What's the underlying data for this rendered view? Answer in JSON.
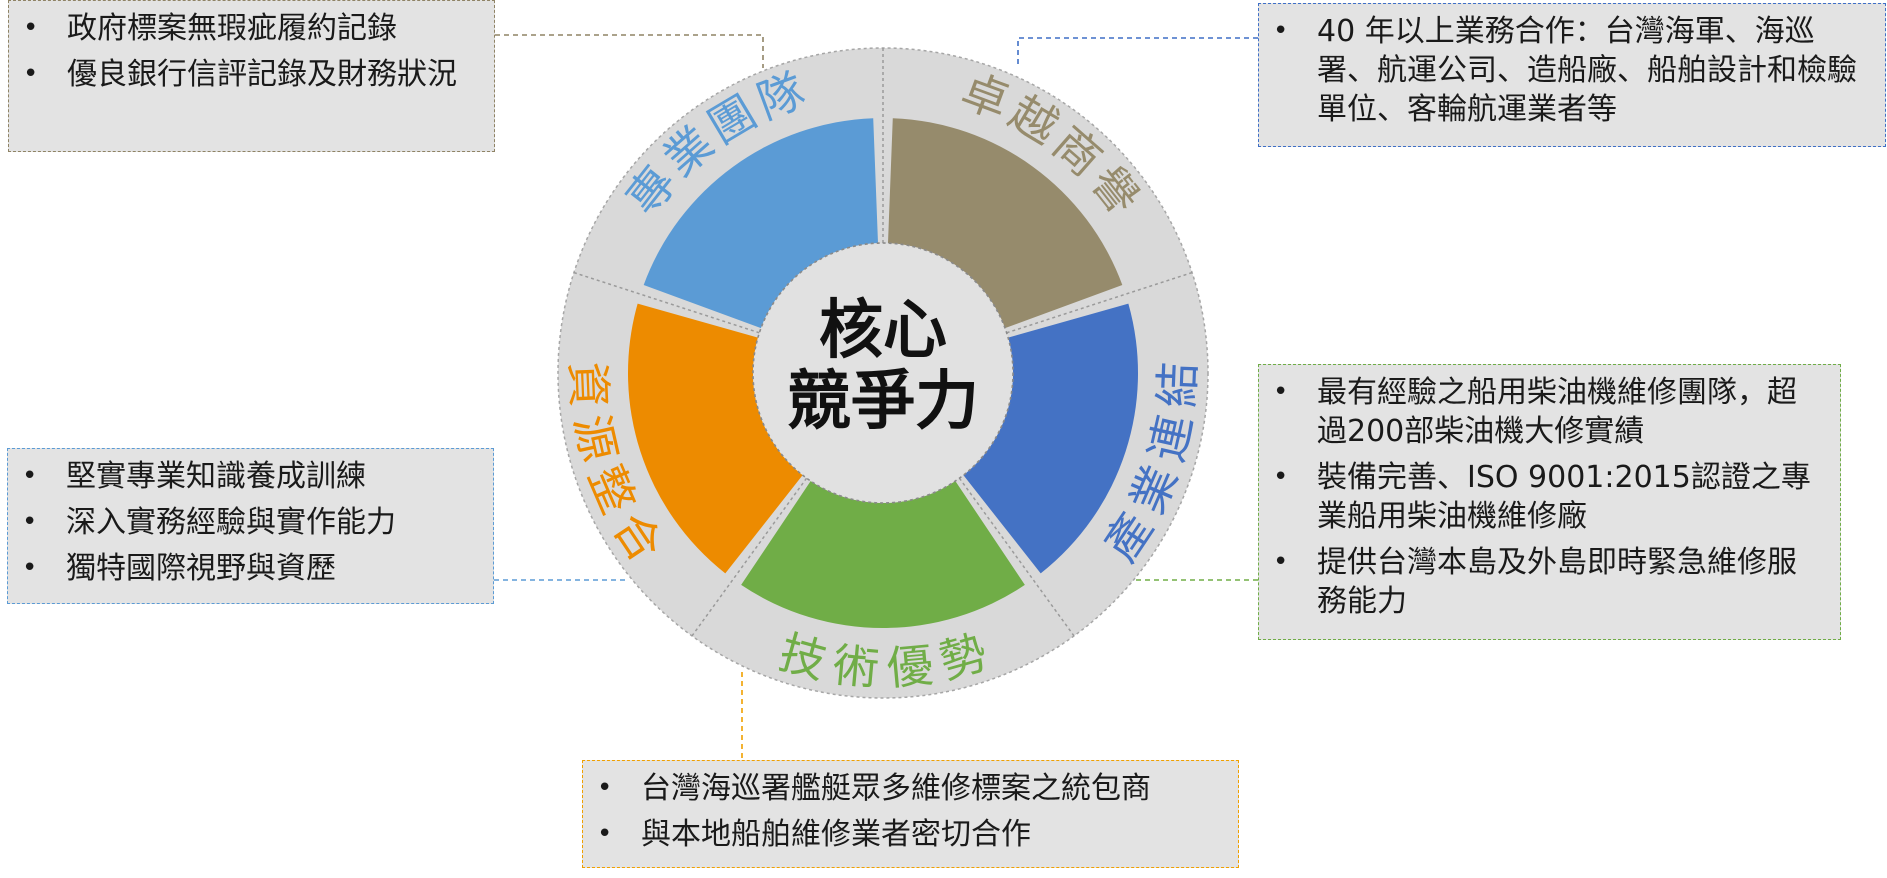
{
  "center": {
    "line1": "核心",
    "line2": "競爭力"
  },
  "segments": [
    {
      "id": "reputation",
      "label": "卓越商譽",
      "color": "#968b6c"
    },
    {
      "id": "industry",
      "label": "產業連結",
      "color": "#4472c4"
    },
    {
      "id": "technology",
      "label": "技術優勢",
      "color": "#70ad47"
    },
    {
      "id": "resources",
      "label": "資源整合",
      "color": "#ed8b00"
    },
    {
      "id": "team",
      "label": "專業團隊",
      "color": "#5b9bd5"
    }
  ],
  "boxes": {
    "reputation": {
      "items": [
        "政府標案無瑕疵履約記錄",
        "優良銀行信評記錄及財務狀況"
      ]
    },
    "industry": {
      "items": [
        "40 年以上業務合作：台灣海軍、海巡署、航運公司、造船廠、船舶設計和檢驗單位、客輪航運業者等"
      ]
    },
    "team": {
      "items": [
        "堅實專業知識養成訓練",
        "深入實務經驗與實作能力",
        "獨特國際視野與資歷"
      ]
    },
    "technology": {
      "items": [
        "最有經驗之船用柴油機維修團隊，超過200部柴油機大修實績",
        "裝備完善、ISO 9001:2015認證之專業船用柴油機維修廠",
        "提供台灣本島及外島即時緊急維修服務能力"
      ]
    },
    "resources": {
      "items": [
        "台灣海巡署艦艇眾多維修標案之統包商",
        "與本地船舶維修業者密切合作"
      ]
    }
  }
}
